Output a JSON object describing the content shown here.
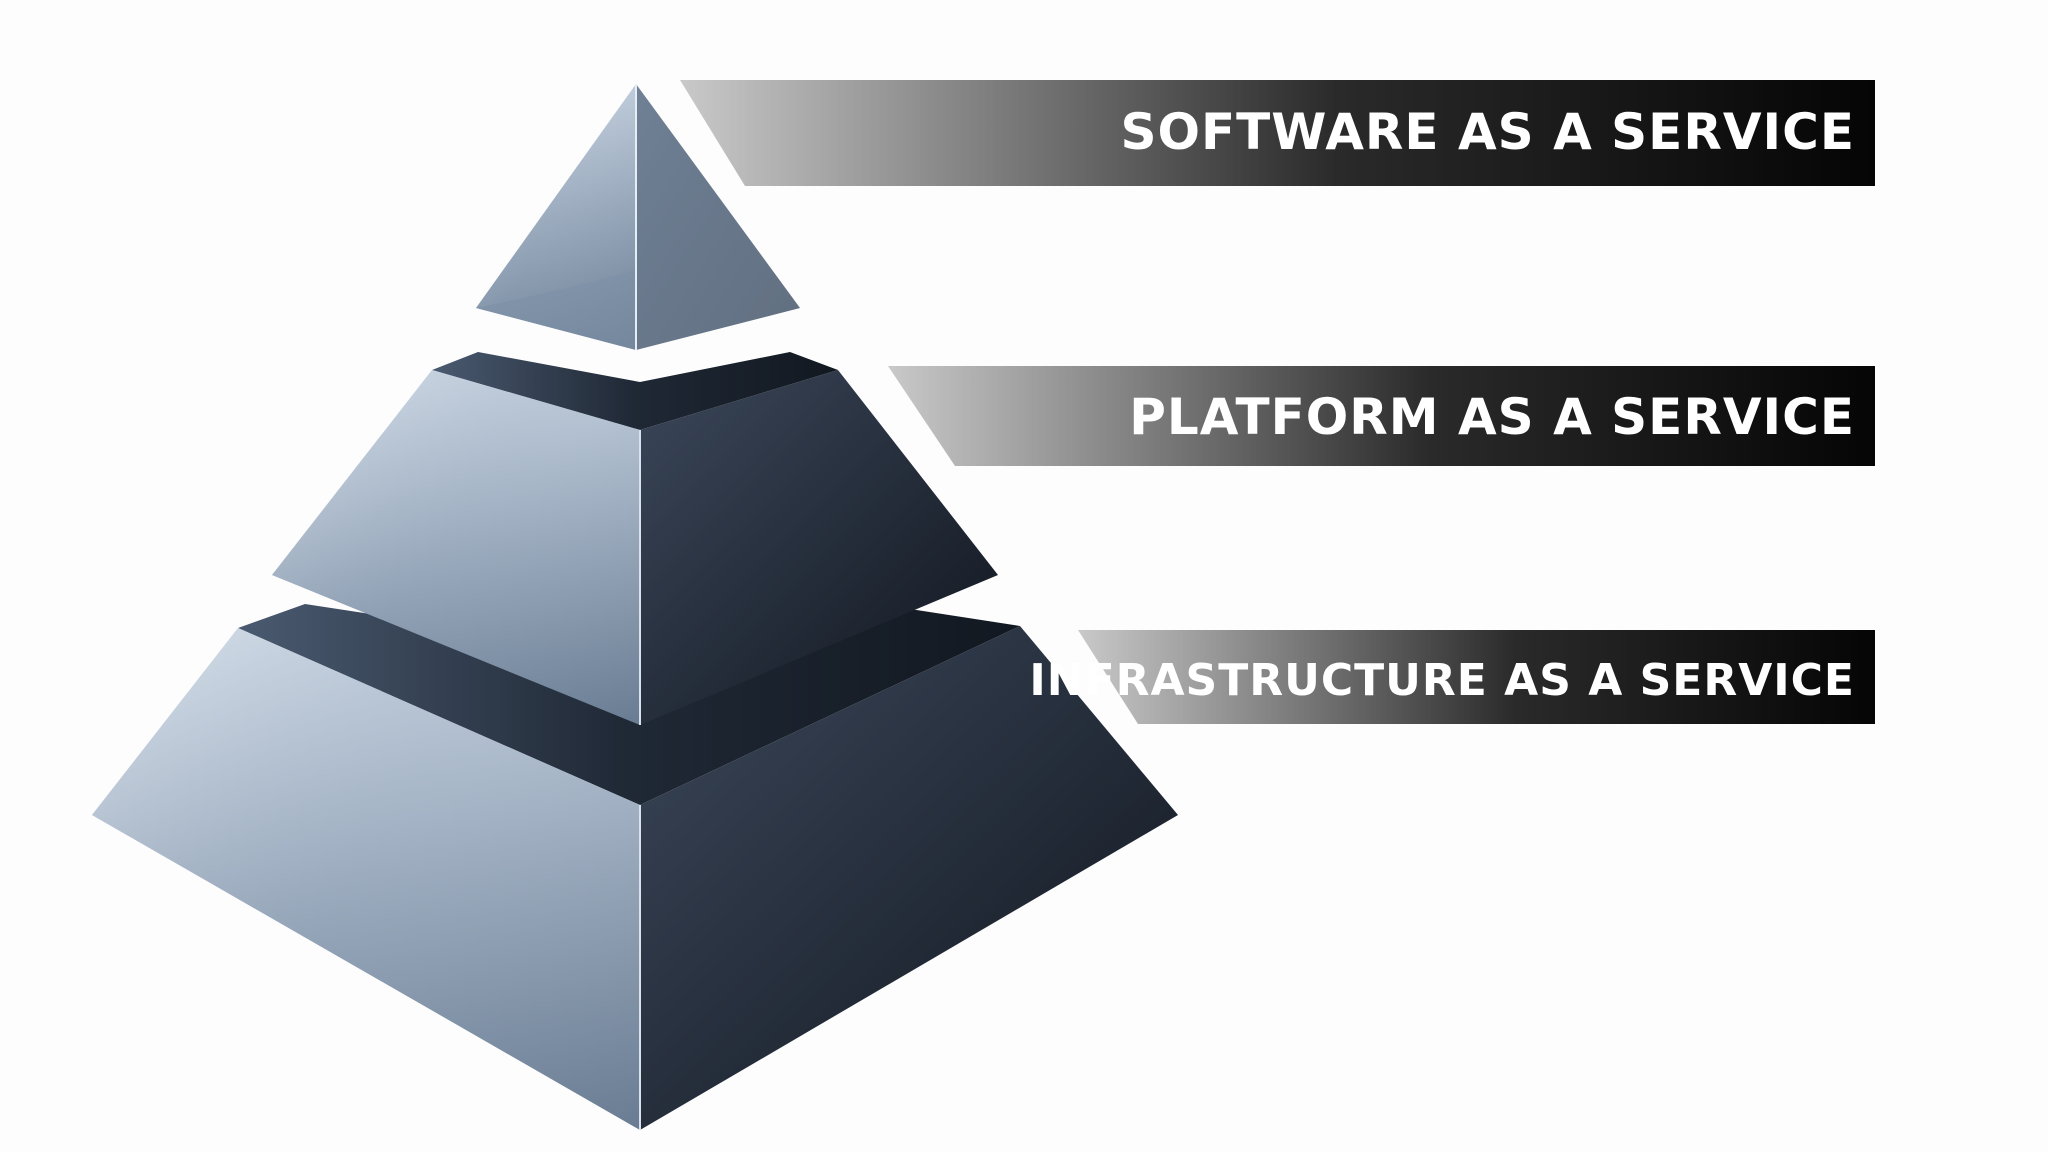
{
  "diagram": {
    "layers": [
      {
        "label": "SOFTWARE AS A SERVICE"
      },
      {
        "label": "PLATFORM AS A SERVICE"
      },
      {
        "label": "INFRASTRUCTURE AS A SERVICE"
      }
    ]
  },
  "colors": {
    "background": "#fdfdfd",
    "banner_dark": "#0b0b0b",
    "banner_light": "#c4c4c4",
    "face_light_top": "#b9c6d6",
    "face_light_bottom": "#7f92aa",
    "face_dark_top": "#3a4658",
    "face_dark_bottom": "#141a24",
    "ledge_top": "#1e2632",
    "label_text": "#ffffff"
  }
}
